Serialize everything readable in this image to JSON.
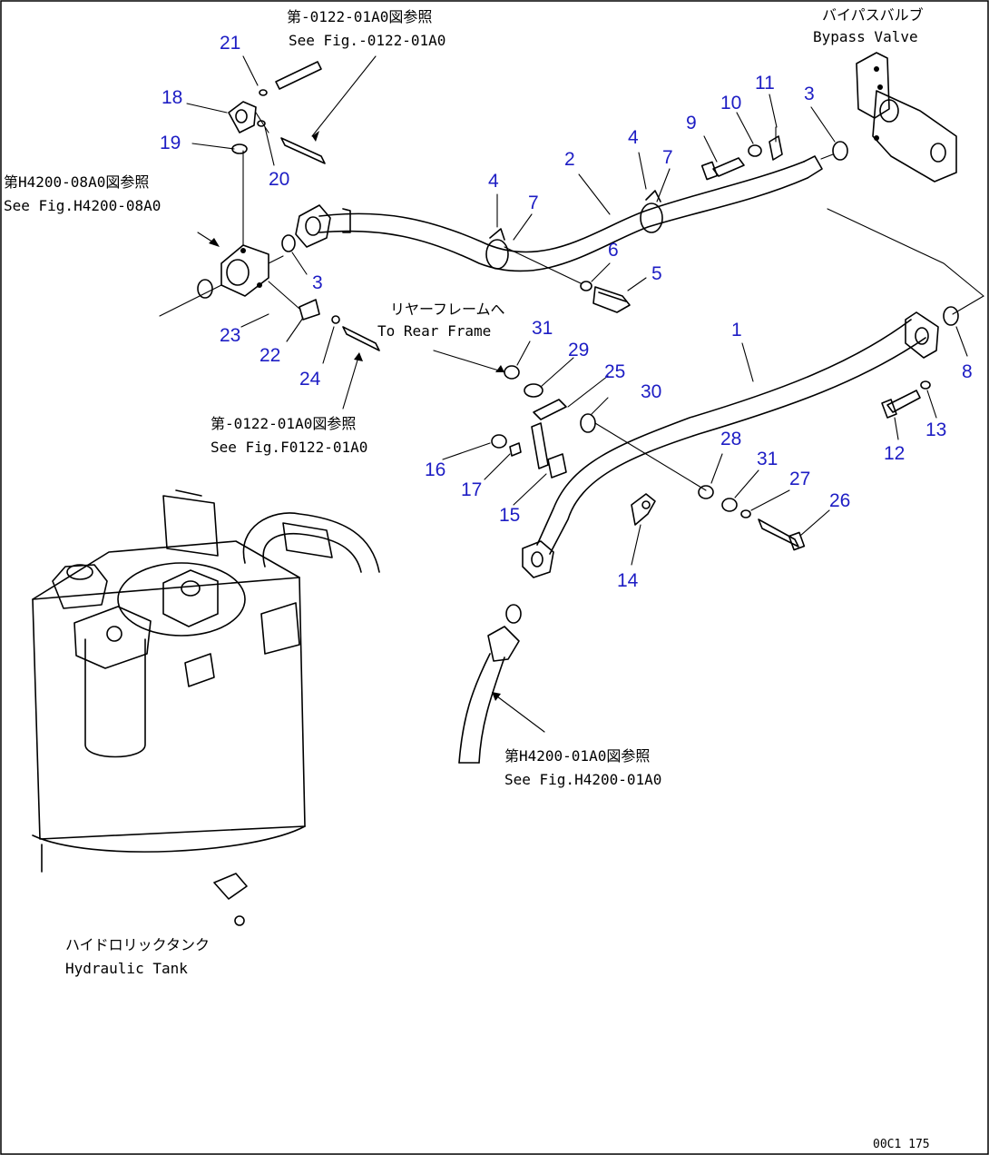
{
  "diagram": {
    "callouts": {
      "n1": "1",
      "n2": "2",
      "n3a": "3",
      "n3b": "3",
      "n4a": "4",
      "n4b": "4",
      "n5": "5",
      "n6": "6",
      "n7a": "7",
      "n7b": "7",
      "n8": "8",
      "n9": "9",
      "n10": "10",
      "n11": "11",
      "n12": "12",
      "n13": "13",
      "n14": "14",
      "n15": "15",
      "n16": "16",
      "n17": "17",
      "n18": "18",
      "n19": "19",
      "n20": "20",
      "n21": "21",
      "n22": "22",
      "n23": "23",
      "n24": "24",
      "n25": "25",
      "n26": "26",
      "n27": "27",
      "n28": "28",
      "n29": "29",
      "n30": "30",
      "n31a": "31",
      "n31b": "31"
    },
    "labels": {
      "ref_top_jp": "第-0122-01A0図参照",
      "ref_top_en": "See Fig.-0122-01A0",
      "bypass_jp": "バイパスバルブ",
      "bypass_en": "Bypass Valve",
      "ref_left_jp": "第H4200-08A0図参照",
      "ref_left_en": "See Fig.H4200-08A0",
      "rear_jp": "リヤーフレームへ",
      "rear_en": "To Rear Frame",
      "ref_mid_jp": "第-0122-01A0図参照",
      "ref_mid_en": "See Fig.F0122-01A0",
      "ref_bottom_jp": "第H4200-01A0図参照",
      "ref_bottom_en": "See Fig.H4200-01A0",
      "tank_jp": "ハイドロリックタンク",
      "tank_en": "Hydraulic Tank"
    },
    "figure_code": "00C1 175"
  }
}
